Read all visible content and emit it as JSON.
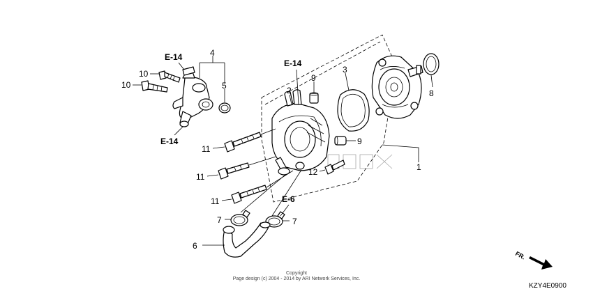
{
  "callouts": {
    "c1": "1",
    "c2": "2",
    "c3": "3",
    "c4": "4",
    "c5": "5",
    "c6": "6",
    "c7a": "7",
    "c7b": "7",
    "c8": "8",
    "c9a": "9",
    "c9b": "9",
    "c10a": "10",
    "c10b": "10",
    "c11a": "11",
    "c11b": "11",
    "c11c": "11",
    "c12": "12"
  },
  "references": {
    "e14_top_left": "E-14",
    "e14_bottom_left": "E-14",
    "e14_center": "E-14",
    "e6": "E-6"
  },
  "direction": "FR.",
  "footer": {
    "line1": "Copyright",
    "line2": "Page design (c) 2004 - 2014 by ARI Network Services, Inc."
  },
  "diagram_code": "KZY4E0900"
}
